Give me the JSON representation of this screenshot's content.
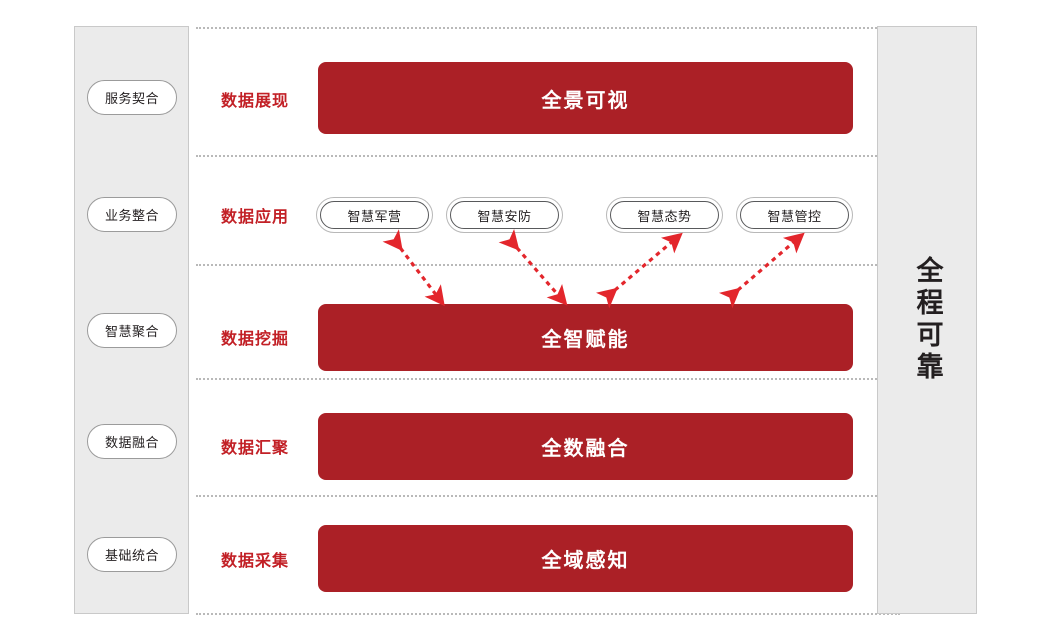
{
  "diagram": {
    "title_right": "全程可靠",
    "accent_red": "#ab2026",
    "label_red": "#c22026",
    "panel_gray": "#ebebeb",
    "capabilities": [
      {
        "label": "服务契合"
      },
      {
        "label": "业务整合"
      },
      {
        "label": "智慧聚合"
      },
      {
        "label": "数据融合"
      },
      {
        "label": "基础统合"
      }
    ],
    "rows": [
      {
        "stage": "数据展现",
        "bar": "全景可视"
      },
      {
        "stage": "数据应用",
        "bar": ""
      },
      {
        "stage": "数据挖掘",
        "bar": "全智赋能"
      },
      {
        "stage": "数据汇聚",
        "bar": "全数融合"
      },
      {
        "stage": "数据采集",
        "bar": "全域感知"
      }
    ],
    "applications": [
      {
        "label": "智慧军营"
      },
      {
        "label": "智慧安防"
      },
      {
        "label": "智慧态势"
      },
      {
        "label": "智慧管控"
      }
    ]
  },
  "chart_data": {
    "type": "diagram",
    "title": "数据能力分层架构图",
    "layers": [
      {
        "stage": "数据展现",
        "capability": "服务契合",
        "platform": "全景可视"
      },
      {
        "stage": "数据应用",
        "capability": "业务整合",
        "platform": "智慧军营 / 智慧安防 / 智慧态势 / 智慧管控"
      },
      {
        "stage": "数据挖掘",
        "capability": "智慧聚合",
        "platform": "全智赋能"
      },
      {
        "stage": "数据汇聚",
        "capability": "数据融合",
        "platform": "全数融合"
      },
      {
        "stage": "数据采集",
        "capability": "基础统合",
        "platform": "全域感知"
      }
    ],
    "side_banner": "全程可靠",
    "connectors": "双向红色虚线箭头连接数据应用层与数据挖掘层"
  }
}
